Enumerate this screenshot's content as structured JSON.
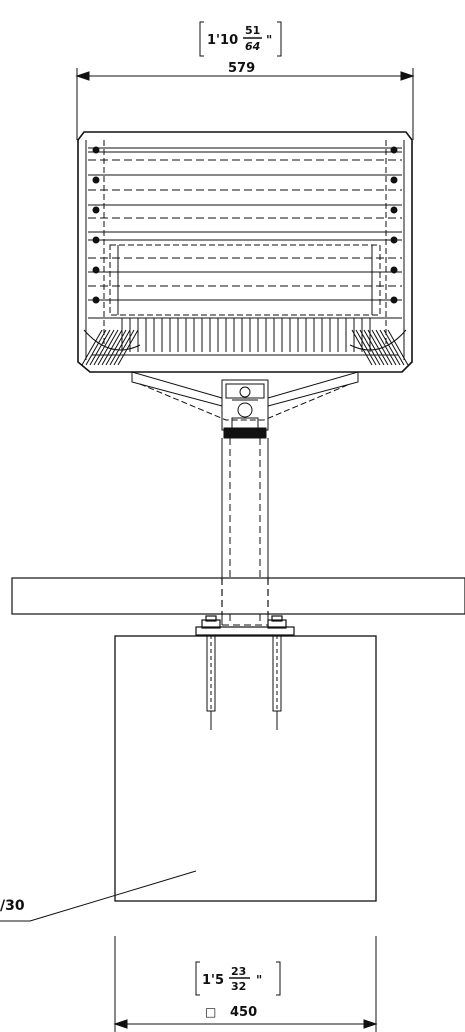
{
  "dimensions": {
    "top_width": {
      "value": "579",
      "imperial_whole": "1'10",
      "imperial_num": "51",
      "imperial_den": "64",
      "inch_mark": "\""
    },
    "base_width": {
      "value": "450",
      "imperial_whole": "1'5",
      "imperial_num": "23",
      "imperial_den": "32",
      "inch_mark": "\"",
      "square_symbol": "□"
    }
  },
  "callout": {
    "label": "/30"
  }
}
